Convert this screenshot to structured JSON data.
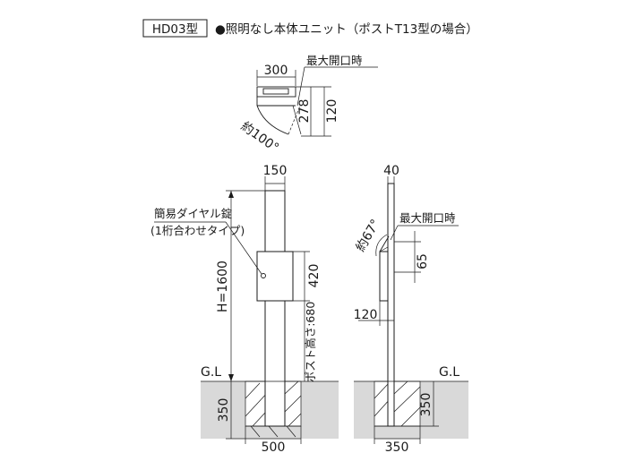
{
  "header": {
    "model": "HD03型",
    "title": "●照明なし本体ユニット（ポストT13型の場合）"
  },
  "top_view": {
    "width_label": "300",
    "max_open_label": "最大開口時",
    "depth_label": "278",
    "depth2_label": "120",
    "angle_label": "約100°"
  },
  "front_view": {
    "post_width_label": "150",
    "lock_label_1": "簡易ダイヤル錠",
    "lock_label_2": "(1桁合わせタイプ)",
    "total_height_label": "H=1600",
    "box_height_label": "420",
    "post_height_label": "ポスト高さ:680",
    "gl_label": "G.L",
    "depth_label": "350",
    "footing_width_label": "500"
  },
  "side_view": {
    "post_width_label": "40",
    "angle_label": "約67°",
    "max_open_label": "最大開口時",
    "open_depth_label": "65",
    "box_depth_label": "120",
    "gl_label": "G.L",
    "depth_label": "350",
    "footing_width_label": "350"
  }
}
